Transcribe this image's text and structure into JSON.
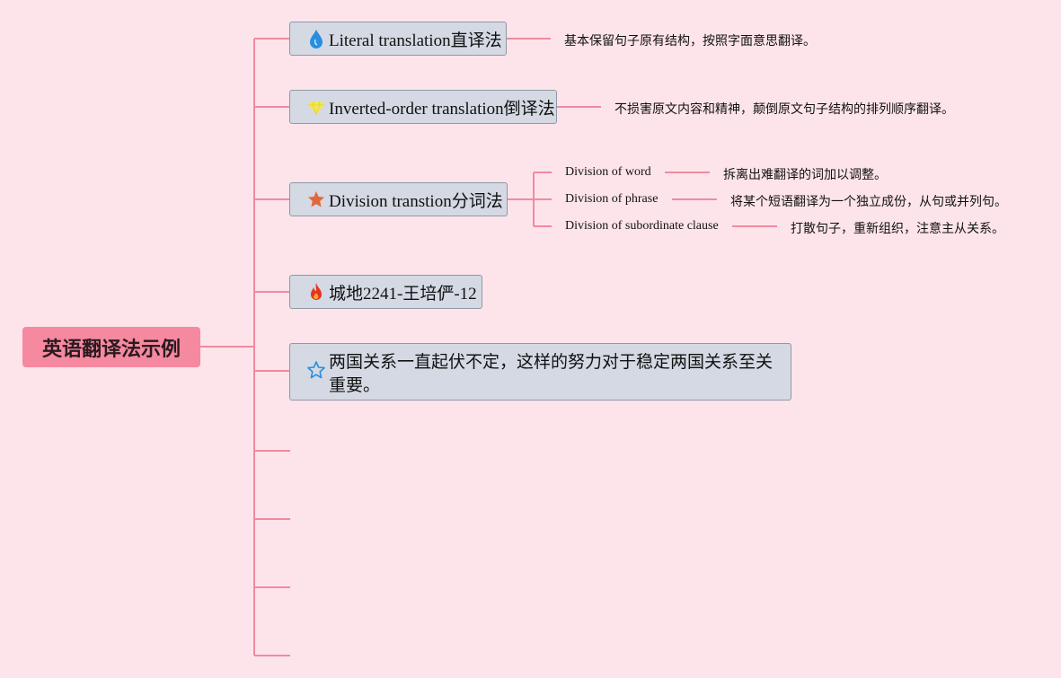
{
  "root": {
    "title": "英语翻译法示例"
  },
  "branches": [
    {
      "label": "Literal translation直译法",
      "icon": "water-drop-icon",
      "desc": "基本保留句子原有结构，按照字面意思翻译。"
    },
    {
      "label": "Inverted-order translation倒译法",
      "icon": "diamond-icon",
      "desc": "不损害原文内容和精神，颠倒原文句子结构的排列顺序翻译。"
    },
    {
      "label": "Division transtion分词法",
      "icon": "star-icon",
      "children": [
        {
          "label": "Division of word",
          "desc": "拆离出难翻译的词加以调整。"
        },
        {
          "label": "Division of phrase",
          "desc": "将某个短语翻译为一个独立成份，从句或并列句。"
        },
        {
          "label": "Division of subordinate clause",
          "desc": "打散句子，重新组织，注意主从关系。"
        }
      ]
    },
    {
      "label": "城地2241-王培俨-12",
      "icon": "fire-icon"
    },
    {
      "label": "两国关系一直起伏不定，这样的努力对于稳定两国关系至关重要。",
      "icon": "star-outline-icon"
    }
  ],
  "colors": {
    "background": "#fde4ea",
    "connector": "#f08aa0",
    "root": "#f5899f",
    "node": "#d4d9e3"
  }
}
